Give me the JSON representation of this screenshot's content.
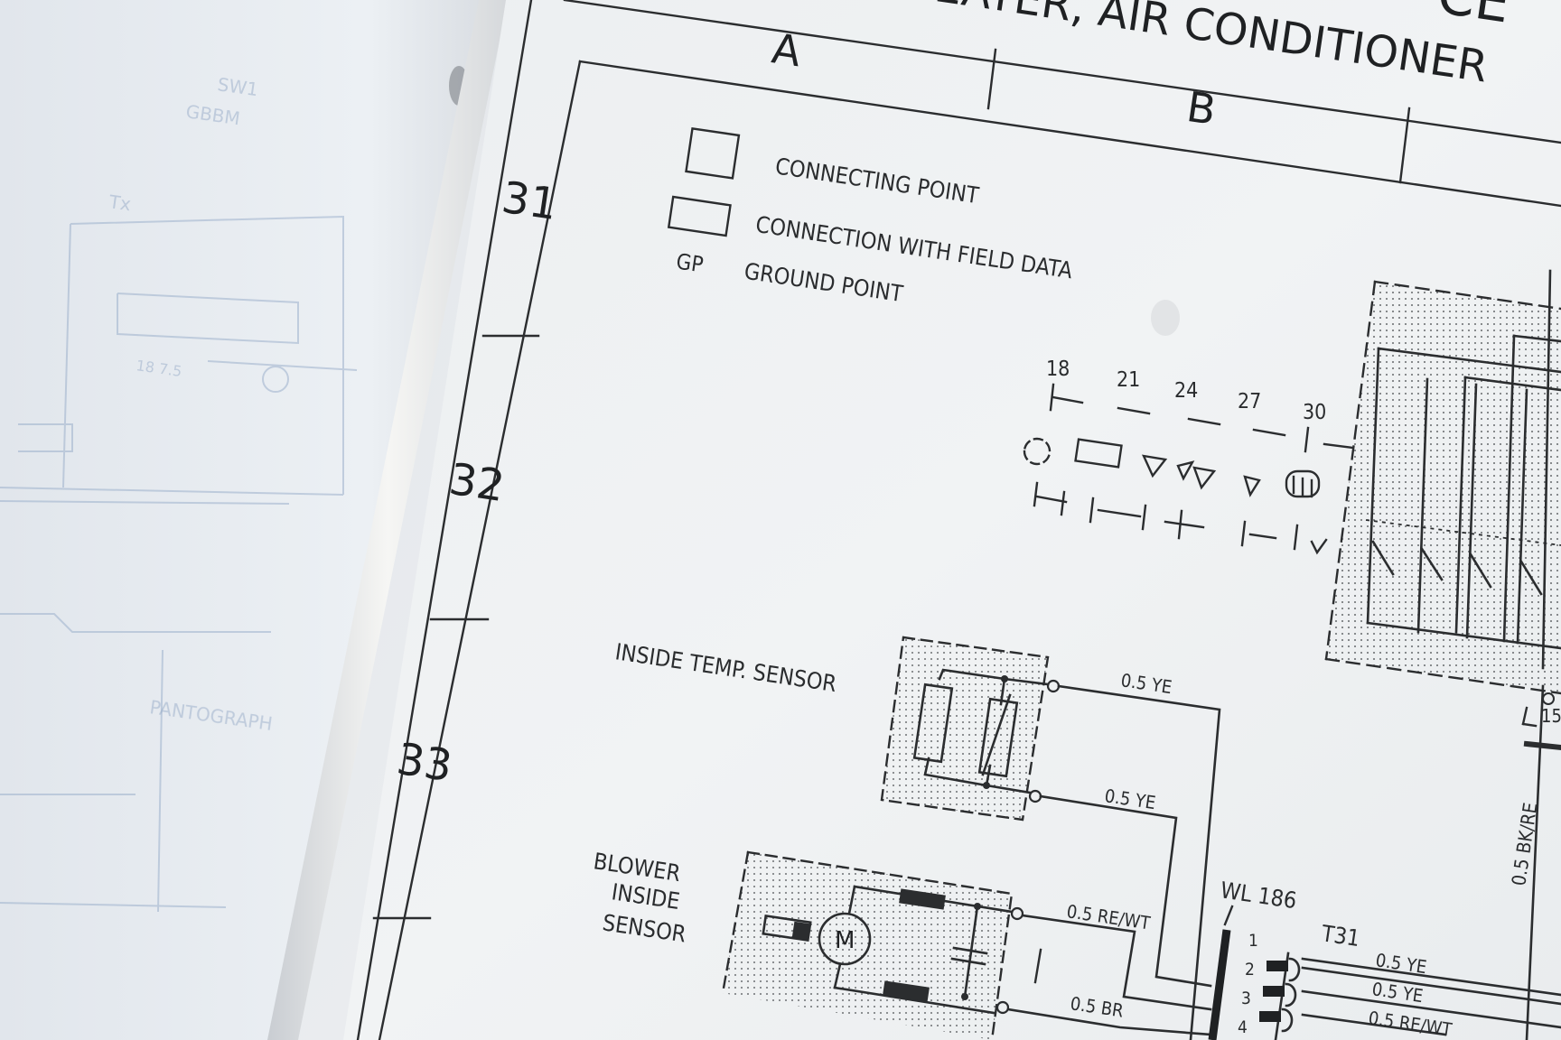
{
  "diagram": {
    "title_fragment": "EATER, AIR CONDITIONER",
    "title_fragment_right": "CE",
    "columns": [
      "A",
      "B"
    ],
    "rows": [
      "31",
      "32",
      "33"
    ],
    "legend": {
      "connecting_point": "CONNECTING POINT",
      "connection_field_data": "CONNECTION WITH FIELD DATA",
      "ground_point_abbr": "GP",
      "ground_point": "GROUND POINT"
    },
    "field_numbers": [
      "18",
      "21",
      "24",
      "27",
      "30"
    ],
    "components": {
      "inside_temp_sensor": "INSIDE TEMP. SENSOR",
      "blower_line1": "BLOWER",
      "blower_line2": "INSIDE",
      "blower_line3": "SENSOR",
      "motor_symbol": "M"
    },
    "connector_wl": "WL 186",
    "connector_t": "T31",
    "pins": [
      "1",
      "2",
      "3",
      "4"
    ],
    "pin_right": "15",
    "wires": {
      "ye_top": "0.5 YE",
      "ye_mid": "0.5 YE",
      "re_wt": "0.5 RE/WT",
      "br": "0.5 BR",
      "t_ye_1": "0.5 YE",
      "t_ye_2": "0.5 YE",
      "t_re_wt": "0.5 RE/WT",
      "bk_re": "0.5 BK/RE"
    },
    "ghost_page": {
      "label_1": "SW1",
      "label_2": "GBBM",
      "label_3": "Tx",
      "label_4": "18 7.5",
      "label_5": "PANTOGRAPH"
    }
  }
}
